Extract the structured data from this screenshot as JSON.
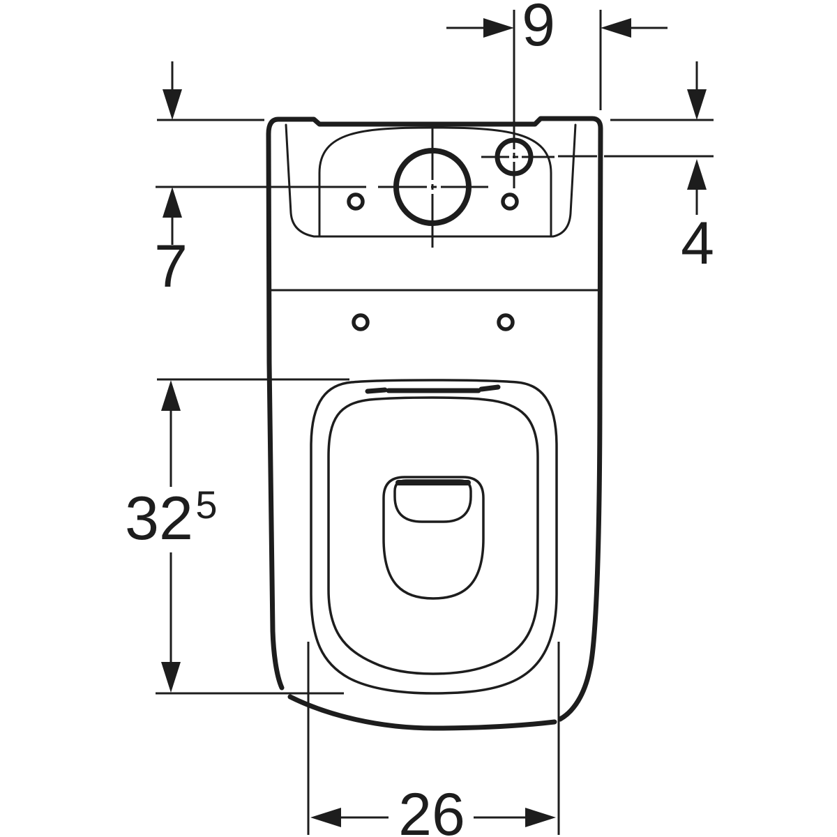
{
  "figure": {
    "background_color": "#ffffff",
    "line_color": "#1d1d1d"
  },
  "dimension_labels": {
    "top_width": "9",
    "inlet_offset_depth": "4",
    "lid_front_depth": "7",
    "seat_length_main": "32",
    "seat_length_superscript": "5",
    "bowl_width": "26"
  }
}
